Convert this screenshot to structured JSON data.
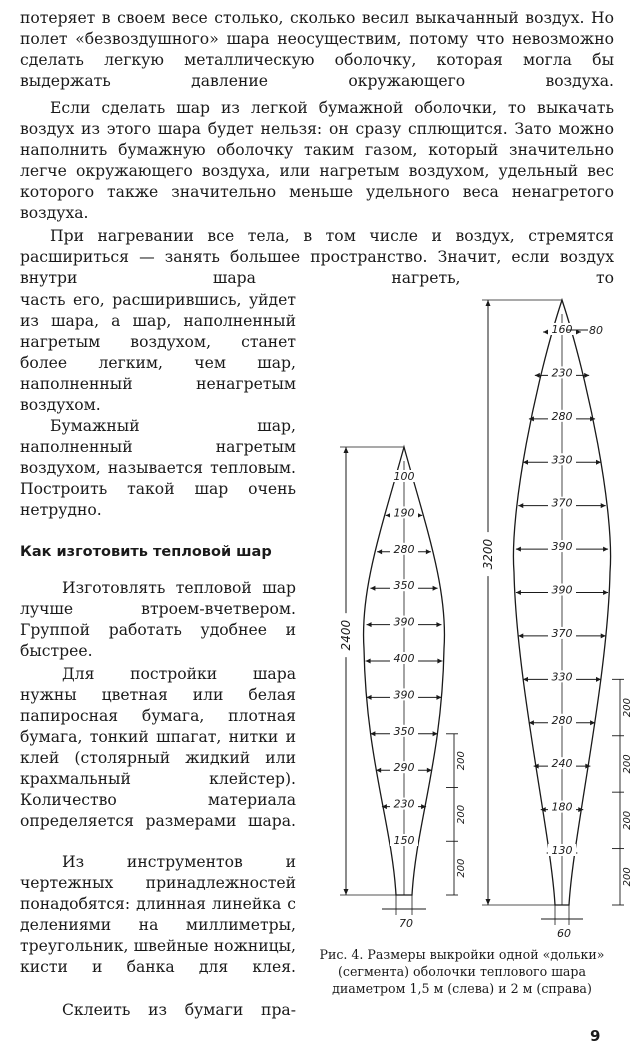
{
  "paragraphs": [
    "потеряет в своем весе столько, сколько весил выкачанный воздух. Но полет «безвоздушного» шара неосуществим, потому что невозможно сделать легкую металлическую оболочку, которая могла бы выдержать давление окружающего воздуха.",
    "Если сделать шар из легкой бумажной оболочки, то выкачать воздух из этого шара будет нельзя: он сразу сплющится. Зато можно наполнить бумажную оболочку таким газом, который значительно легче окружающего воздуха, или нагретым воздухом, удельный вес которого также значительно меньше удельного веса ненагретого воздуха.",
    "При нагревании все тела, в том числе и воздух, стремятся расшириться — занять большее пространство. Значит, если воздух внутри шара нагреть, то",
    "часть его, расширившись, уйдет из шара, а шар, наполненный нагретым воздухом, станет более легким, чем шар, наполненный ненагретым воздухом.",
    "Бумажный шар, наполненный нагретым воздухом, называется тепловым. Построить такой шар очень нетрудно."
  ],
  "section_heading": "Как изготовить тепловой шар",
  "section_paragraphs": [
    "Изготовлять тепловой шар лучше втроем-вчетвером. Группой работать удобнее и быстрее.",
    "Для постройки шара нужны цветная или белая папиросная бумага, плотная бумага, тонкий шпагат, нитки и клей (столярный жидкий или крахмальный клейстер). Количество материала определяется размерами шара.",
    "Из инструментов и чертежных принадлежностей понадобятся: длинная линейка с делениями на миллиметры, треугольник, швейные ножницы, кисти и банка для клея.",
    "Склеить из бумаги пра-"
  ],
  "figure": {
    "caption": "Рис. 4. Размеры выкройки одной «дольки» (сегмента) оболочки теплового шара диаметром 1,5 м (слева) и 2 м (справа)",
    "left_gore": {
      "height_label": "2400",
      "widths": [
        "100",
        "190",
        "280",
        "350",
        "390",
        "400",
        "390",
        "350",
        "290",
        "230",
        "150"
      ],
      "bottom_width": "70",
      "spacing_labels": [
        "200",
        "200",
        "200"
      ]
    },
    "right_gore": {
      "height_label": "3200",
      "top_width": "80",
      "widths": [
        "160",
        "230",
        "280",
        "330",
        "370",
        "390",
        "390",
        "370",
        "330",
        "280",
        "240",
        "180",
        "130"
      ],
      "bottom_width": "60",
      "spacing_labels": [
        "200",
        "200",
        "200",
        "200"
      ]
    }
  },
  "page_number": "9"
}
